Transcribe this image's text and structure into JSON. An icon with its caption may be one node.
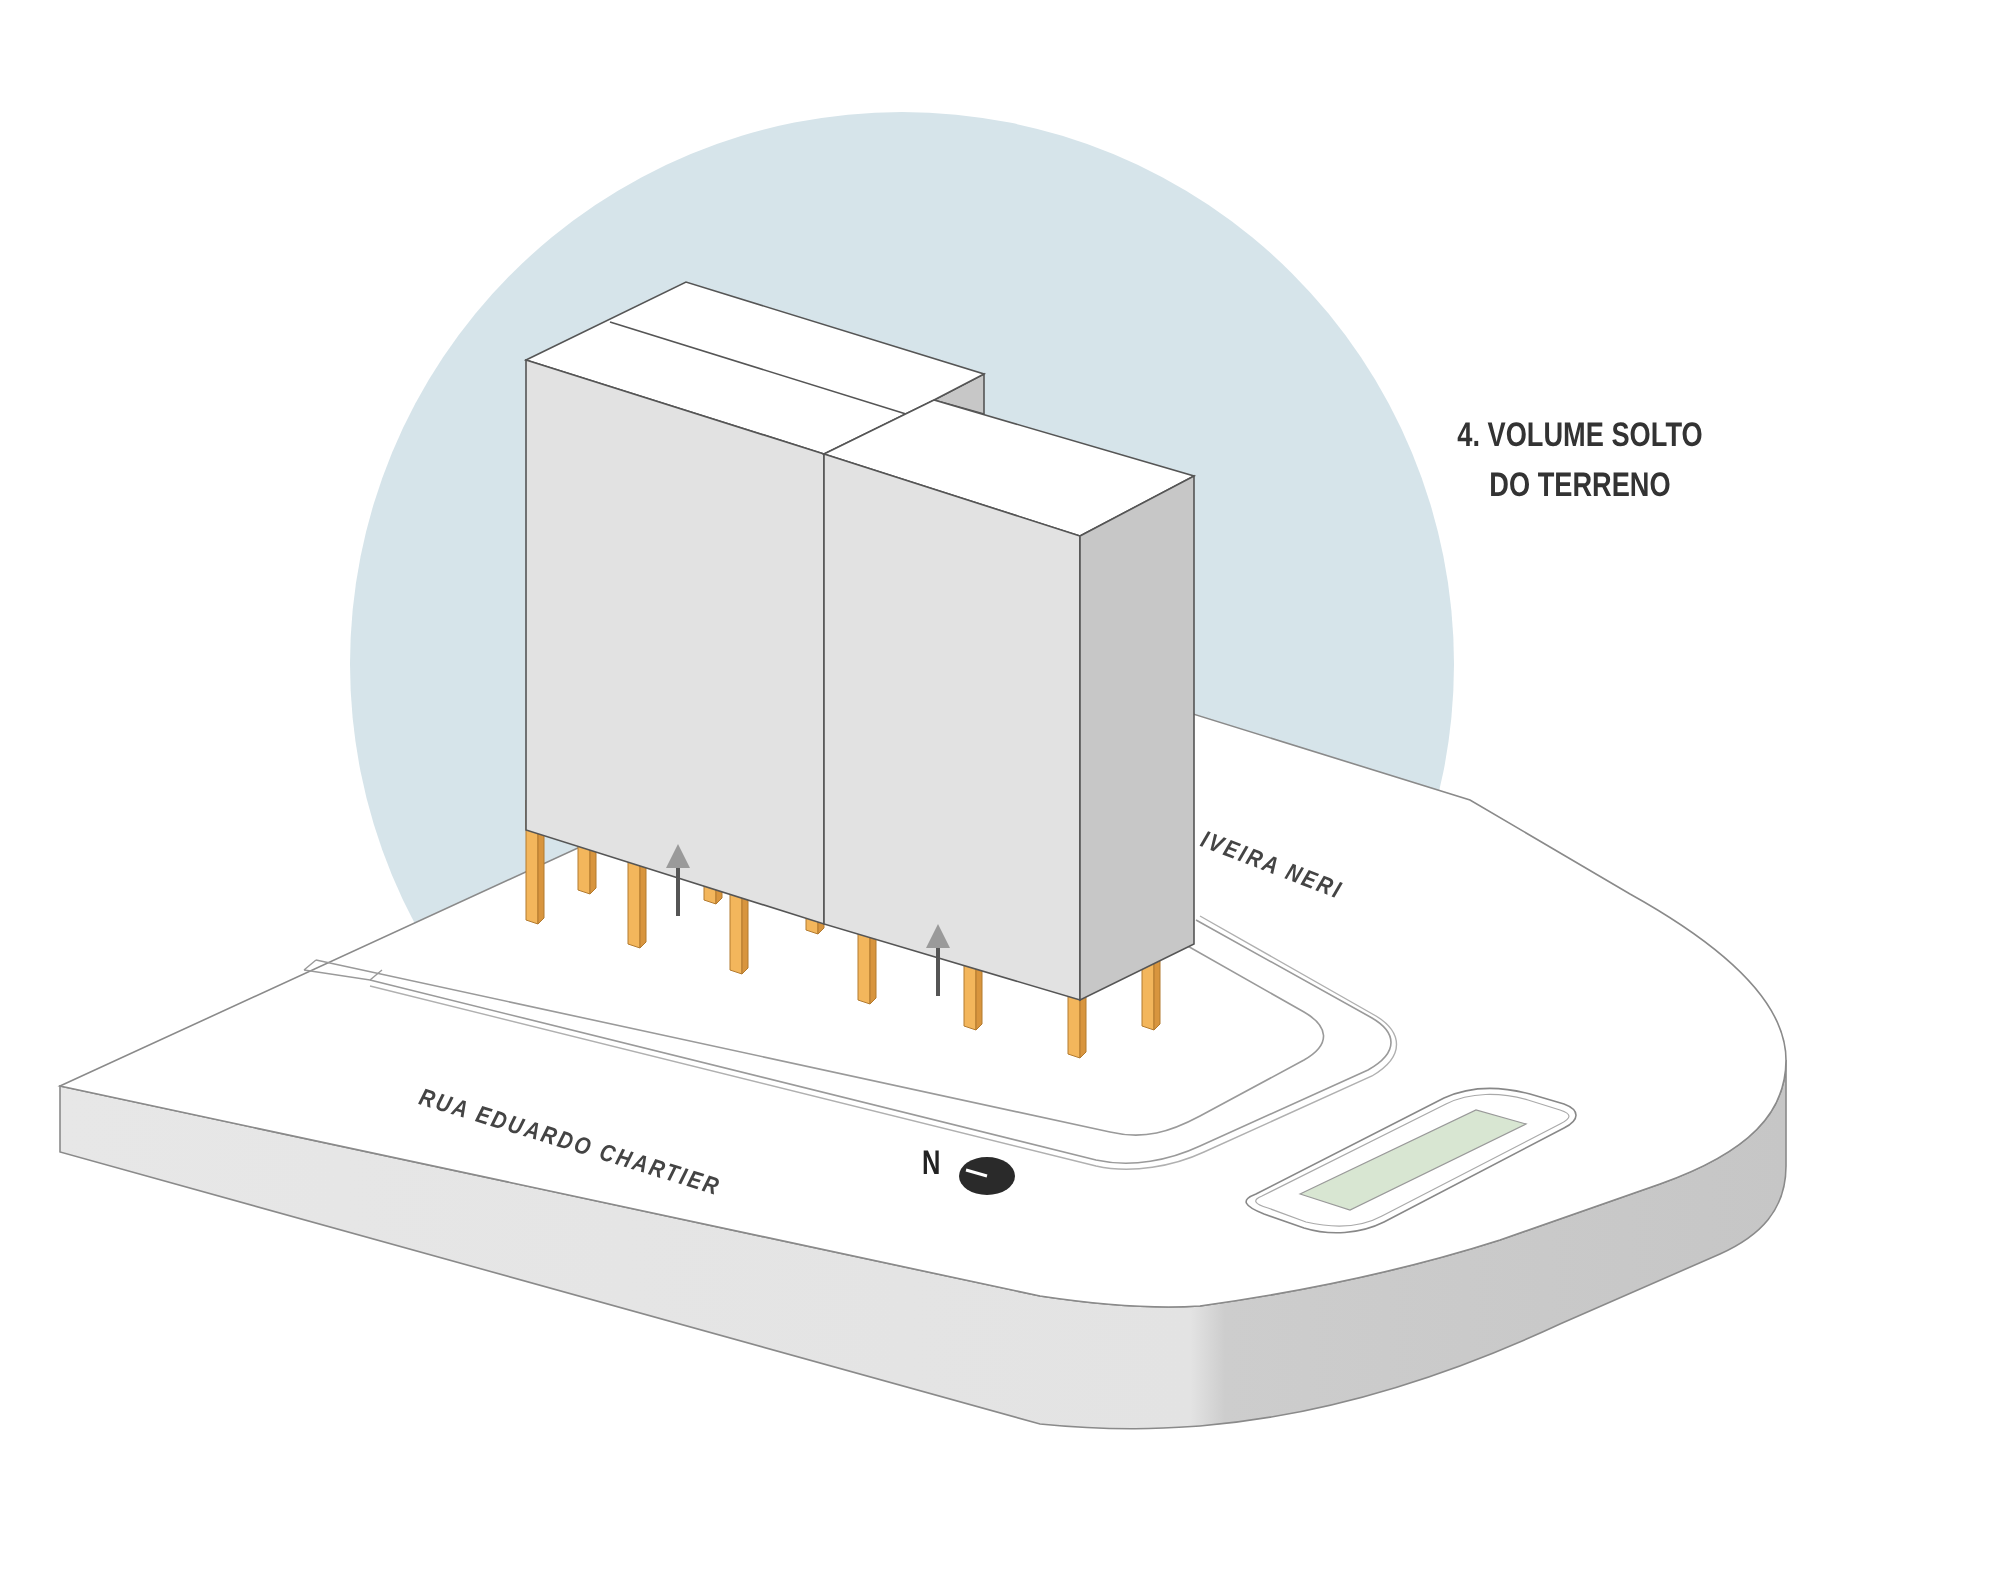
{
  "diagram": {
    "title": "4. VOLUME SOLTO DO TERRENO",
    "labels": [
      "IVEIRA NERI",
      "RUA EDUARDO CHARTIER",
      "N"
    ]
  }
}
